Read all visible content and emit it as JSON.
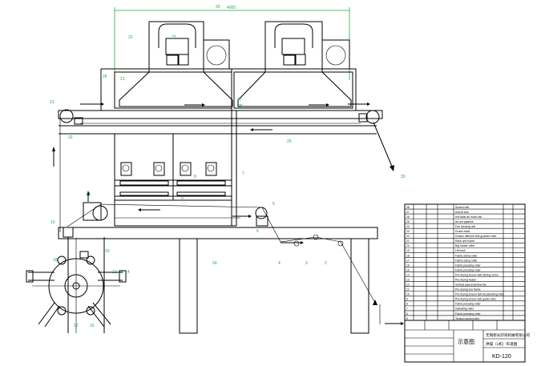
{
  "dimensions": {
    "overall_width": "4000"
  },
  "callouts": [
    "20",
    "21",
    "22",
    "23",
    "24",
    "25",
    "26",
    "27",
    "28",
    "31",
    "32",
    "33",
    "2",
    "3",
    "4",
    "5",
    "6",
    "7",
    "8",
    "9",
    "10",
    "11",
    "12",
    "13",
    "14",
    "15",
    "16",
    "17",
    "18"
  ],
  "parts_list": [
    {
      "no": "28",
      "name": "Screen belt"
    },
    {
      "no": "27",
      "name": "Axis fit arm"
    },
    {
      "no": "26",
      "name": "Hot blast air motor fan"
    },
    {
      "no": "25",
      "name": "Air-out pipeline"
    },
    {
      "no": "24",
      "name": "Fan housing unit"
    },
    {
      "no": "23",
      "name": "Drums track"
    },
    {
      "no": "22",
      "name": "Drawer different belt guarder roller"
    },
    {
      "no": "21",
      "name": "Rack unit board"
    },
    {
      "no": "20",
      "name": "Big rubber roller"
    },
    {
      "no": "19",
      "name": "Lift track"
    },
    {
      "no": "18",
      "name": "Fabric sizing roller"
    },
    {
      "no": "17",
      "name": "Fabric sizing roller"
    },
    {
      "no": "16",
      "name": "Fabric pressing roller"
    },
    {
      "no": "15",
      "name": "Fabric pressing roller"
    },
    {
      "no": "14",
      "name": "Pre-drying screen belt stirring motor"
    },
    {
      "no": "13",
      "name": "Pre-drying heater"
    },
    {
      "no": "12",
      "name": "Vertical type axial flow fan"
    },
    {
      "no": "11",
      "name": "Pre-drying box frame"
    },
    {
      "no": "10",
      "name": "Pre-drying screen belt decelerating roller"
    },
    {
      "no": "9",
      "name": "Pre-drying screen belt guide roller"
    },
    {
      "no": "8",
      "name": "Fabric pressing roller"
    },
    {
      "no": "7",
      "name": "Defeating roller"
    },
    {
      "no": "6",
      "name": "Fabric pressing roller"
    },
    {
      "no": "5",
      "name": "Tension wheel roller"
    }
  ],
  "title_block": {
    "drawing_type": "示意图",
    "company": "无锡新光印染机械有限公司",
    "machine": "烘燥（1机）布道图",
    "drawing_no": "KD-120"
  },
  "colors": {
    "line": "#000000",
    "dimension": "#22a84a",
    "background": "#ffffff"
  }
}
